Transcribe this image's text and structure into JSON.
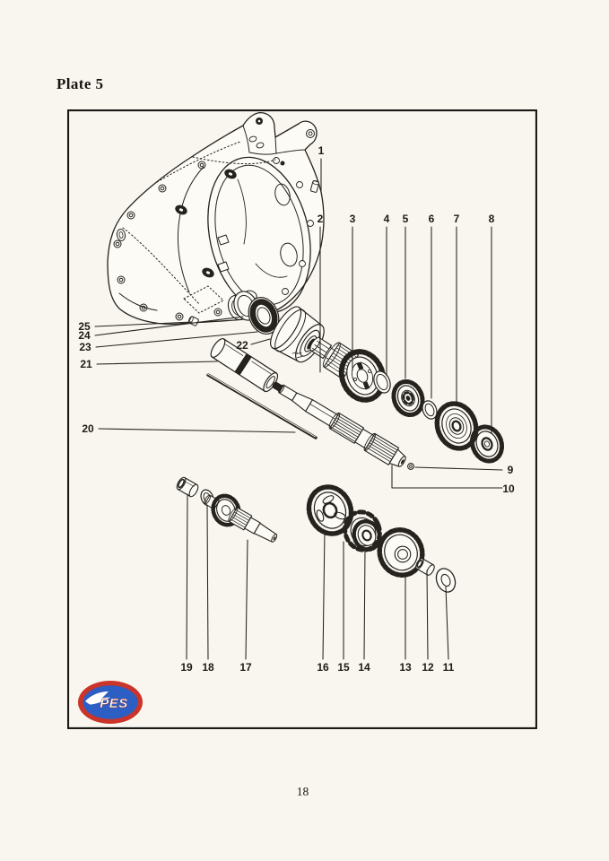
{
  "page": {
    "plate_label": "Plate 5",
    "page_number": "18"
  },
  "logo": {
    "text": "PES",
    "ring_color": "#cb3428",
    "fill_color": "#2d5ec3",
    "text_color": "#ffffff"
  },
  "figure": {
    "kind": "exploded-parts-diagram",
    "ink_color": "#26231f",
    "paper_color": "#f8f6ef"
  },
  "callouts": [
    {
      "label": "1"
    },
    {
      "label": "2"
    },
    {
      "label": "3"
    },
    {
      "label": "4"
    },
    {
      "label": "5"
    },
    {
      "label": "6"
    },
    {
      "label": "7"
    },
    {
      "label": "8"
    },
    {
      "label": "9"
    },
    {
      "label": "10"
    },
    {
      "label": "11"
    },
    {
      "label": "12"
    },
    {
      "label": "13"
    },
    {
      "label": "14"
    },
    {
      "label": "15"
    },
    {
      "label": "16"
    },
    {
      "label": "17"
    },
    {
      "label": "18"
    },
    {
      "label": "19"
    },
    {
      "label": "20"
    },
    {
      "label": "21"
    },
    {
      "label": "22"
    },
    {
      "label": "23"
    },
    {
      "label": "24"
    },
    {
      "label": "25"
    }
  ]
}
